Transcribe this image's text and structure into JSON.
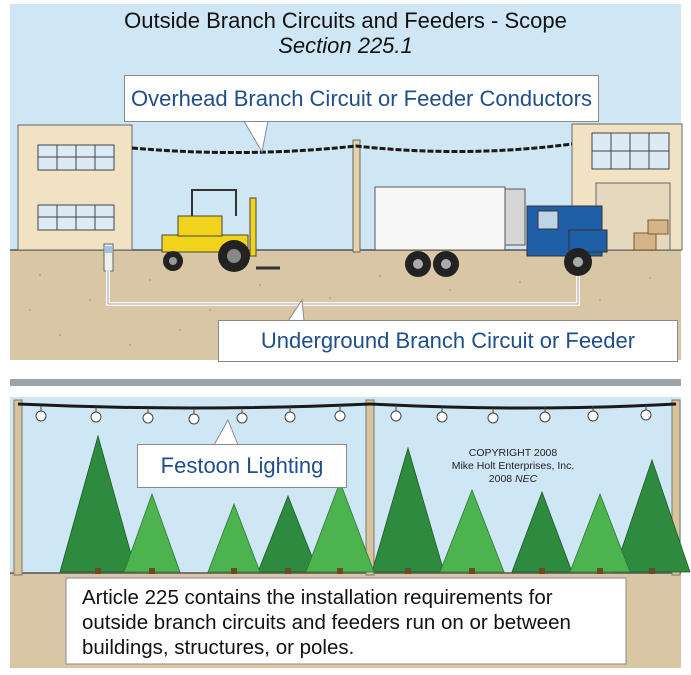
{
  "title": "Outside Branch Circuits and Feeders - Scope",
  "section": "Section 225.1",
  "callouts": {
    "overhead": "Overhead Branch Circuit or Feeder Conductors",
    "underground": "Underground Branch Circuit or Feeder",
    "festoon": "Festoon Lighting"
  },
  "copyright": {
    "line1": "COPYRIGHT 2008",
    "line2": "Mike Holt Enterprises, Inc.",
    "line3_year": "2008",
    "line3_code": "NEC"
  },
  "summary": "Article 225 contains the installation requirements for outside branch circuits and feeders run on or between buildings, structures, or poles.",
  "colors": {
    "sky": "#cfe6f5",
    "ground": "#d9c6a5",
    "building": "#f1e2c4",
    "forklift": "#f2d31b",
    "truck_cab": "#1f5fa8",
    "tree_dark": "#2e8a3d",
    "tree_light": "#4db34f",
    "label_blue": "#1f4e8c"
  }
}
